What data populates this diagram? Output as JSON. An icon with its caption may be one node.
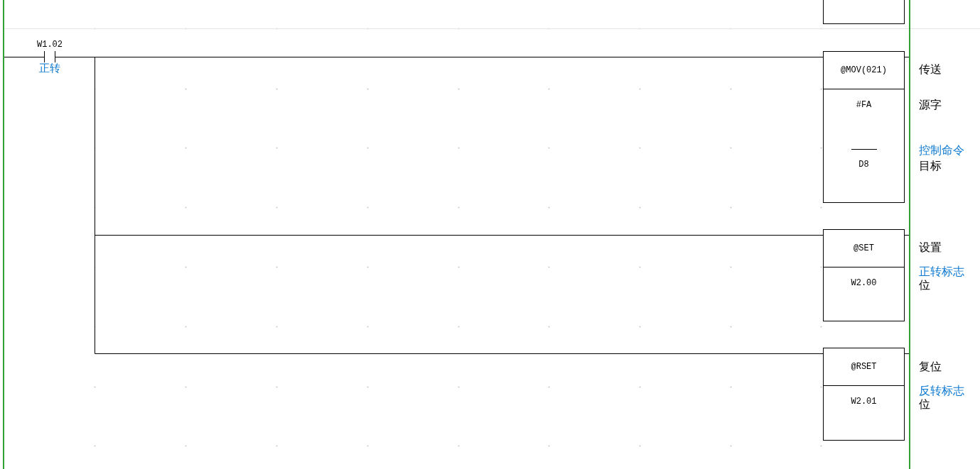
{
  "diagram": {
    "nodes": [
      {
        "text": [],
        "shape": "bar"
      },
      {
        "text": [],
        "shape": "bar"
      },
      {
        "text": [],
        "shape": "box"
      },
      {
        "text": [
          "W1.02"
        ],
        "beside": [
          "正转"
        ]
      },
      {
        "text": [
          "@MOV(021)",
          "#FA",
          "D8"
        ],
        "beside": [
          "传送",
          "源字",
          "控制命令",
          "目标"
        ]
      },
      {
        "text": [
          "@SET",
          "W2.00"
        ],
        "beside": [
          "设置",
          "正转标志",
          "位"
        ]
      },
      {
        "text": [
          "@RSET",
          "W2.01"
        ],
        "beside": [
          "复位",
          "反转标志",
          "位"
        ]
      }
    ],
    "edges": [
      {
        "from": 0,
        "to": 3,
        "arrow": "none"
      },
      {
        "from": 3,
        "to": 4,
        "arrow": "none"
      },
      {
        "from": 3,
        "to": 5,
        "arrow": "none"
      },
      {
        "from": 3,
        "to": 6,
        "arrow": "none"
      },
      {
        "from": 4,
        "to": 1,
        "arrow": "none"
      },
      {
        "from": 5,
        "to": 1,
        "arrow": "none"
      },
      {
        "from": 6,
        "to": 1,
        "arrow": "none"
      }
    ]
  }
}
